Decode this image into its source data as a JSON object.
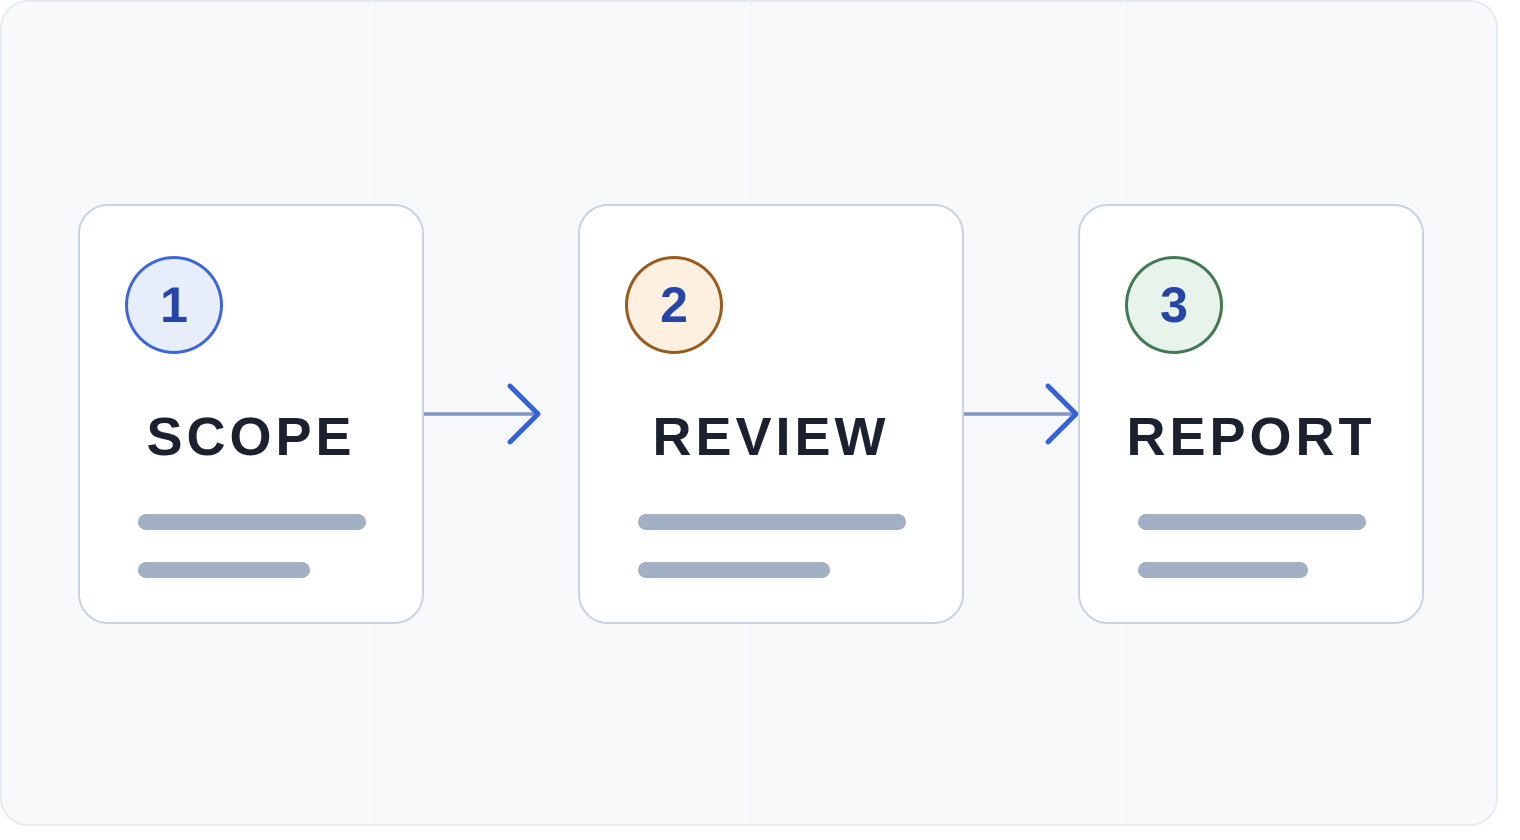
{
  "steps": [
    {
      "number": "1",
      "title": "SCOPE",
      "badge_bg": "#e7edfb",
      "badge_border": "#3d66d8"
    },
    {
      "number": "2",
      "title": "REVIEW",
      "badge_bg": "#fdf0e1",
      "badge_border": "#9a5a1d"
    },
    {
      "number": "3",
      "title": "REPORT",
      "badge_bg": "#e8f3eb",
      "badge_border": "#3f7a52"
    }
  ],
  "colors": {
    "arrow_head": "#3562d8",
    "arrow_shaft": "#7f95c4",
    "placeholder_line": "#a3afc2",
    "card_border": "#c9d3e1",
    "title_text": "#1c2130",
    "number_text": "#2546a6"
  }
}
